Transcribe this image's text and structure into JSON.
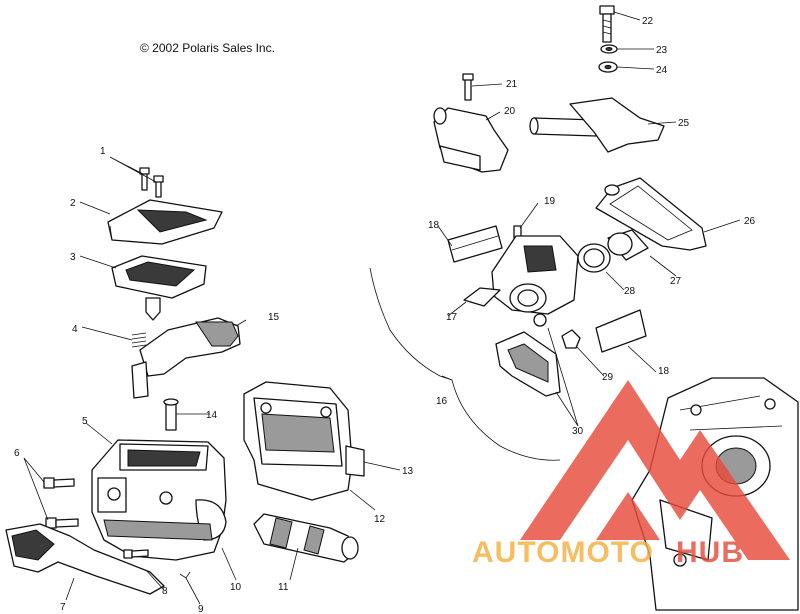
{
  "copyright": "© 2002 Polaris Sales Inc.",
  "callouts": {
    "c1": "1",
    "c2": "2",
    "c3": "3",
    "c4": "4",
    "c5": "5",
    "c6": "6",
    "c7": "7",
    "c8": "8",
    "c9": "9",
    "c10": "10",
    "c11": "11",
    "c12": "12",
    "c13": "13",
    "c14": "14",
    "c15": "15",
    "c16": "16",
    "c17": "17",
    "c18a": "18",
    "c18b": "18",
    "c19": "19",
    "c20": "20",
    "c21": "21",
    "c22": "22",
    "c23": "23",
    "c24": "24",
    "c25": "25",
    "c26": "26",
    "c27": "27",
    "c28": "28",
    "c29": "29",
    "c30": "30"
  },
  "watermark": {
    "text_a": "AUTOMOTO",
    "text_b": "HUB",
    "color_a": "#f5b041",
    "color_b": "#e74c3c"
  }
}
